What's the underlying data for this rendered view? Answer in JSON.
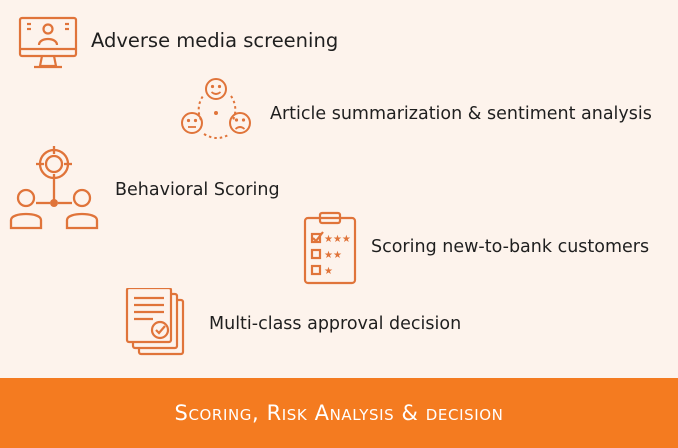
{
  "colors": {
    "background": "#FDF3EC",
    "accent": "#E0743A",
    "banner": "#F47B20",
    "text": "#1F1F1F",
    "banner_text": "#FFFFFF"
  },
  "items": [
    {
      "label": "Adverse media screening",
      "icon": "monitor-person-icon"
    },
    {
      "label": "Article summarization & sentiment analysis",
      "icon": "sentiment-faces-icon"
    },
    {
      "label": "Behavioral Scoring",
      "icon": "target-people-icon"
    },
    {
      "label": "Scoring new-to-bank customers",
      "icon": "clipboard-rating-icon"
    },
    {
      "label": "Multi-class approval decision",
      "icon": "approved-documents-icon"
    }
  ],
  "banner": {
    "title": "Scoring, Risk Analysis & decision"
  }
}
